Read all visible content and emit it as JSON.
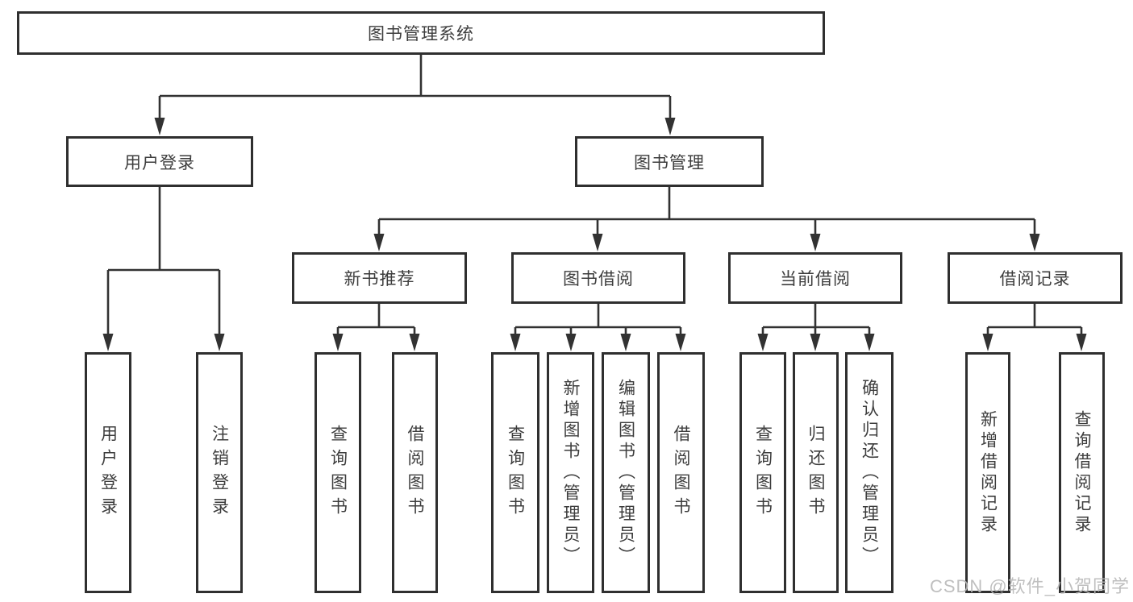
{
  "diagram_title": "图书管理系统",
  "tree": {
    "root": "图书管理系统",
    "children": [
      {
        "label": "用户登录",
        "children": [
          {
            "label": "用户登录"
          },
          {
            "label": "注销登录"
          }
        ]
      },
      {
        "label": "图书管理",
        "children": [
          {
            "label": "新书推荐",
            "children": [
              {
                "label": "查询图书"
              },
              {
                "label": "借阅图书"
              }
            ]
          },
          {
            "label": "图书借阅",
            "children": [
              {
                "label": "查询图书"
              },
              {
                "label": "新增图书（管理员）"
              },
              {
                "label": "编辑图书（管理员）"
              },
              {
                "label": "借阅图书"
              }
            ]
          },
          {
            "label": "当前借阅",
            "children": [
              {
                "label": "查询图书"
              },
              {
                "label": "归还图书"
              },
              {
                "label": "确认归还（管理员）"
              }
            ]
          },
          {
            "label": "借阅记录",
            "children": [
              {
                "label": "新增借阅记录"
              },
              {
                "label": "查询借阅记录"
              }
            ]
          }
        ]
      }
    ]
  },
  "watermark": {
    "text": "CSDN @软件_小贺同学"
  },
  "colors": {
    "line": "#323232",
    "box_border": "#2f2f2f",
    "text": "#3d3d3d",
    "watermark": "#b9b9b9",
    "background": "#ffffff"
  }
}
